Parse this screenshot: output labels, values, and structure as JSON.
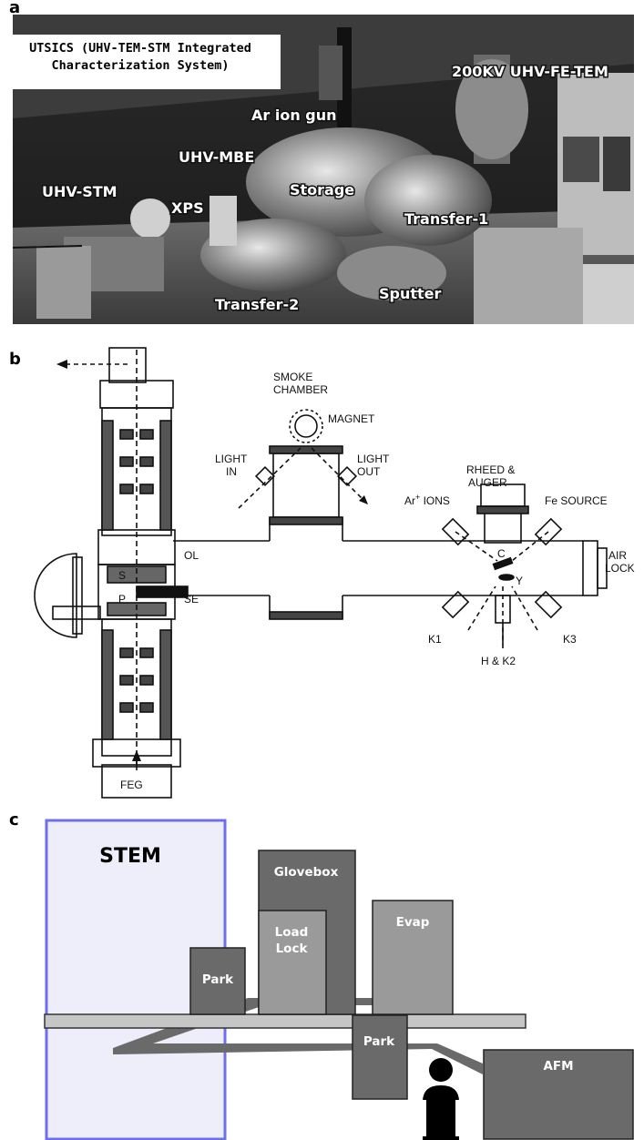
{
  "panel_a": {
    "label": "a",
    "title_line1": "UTSICS (UHV-TEM-STM Integrated",
    "title_line2": "Characterization System)",
    "labels": {
      "tem": "200KV UHV-FE-TEM",
      "ar_ion_gun": "Ar ion gun",
      "uhv_mbe": "UHV-MBE",
      "storage": "Storage",
      "uhv_stm": "UHV-STM",
      "xps": "XPS",
      "transfer1": "Transfer-1",
      "transfer2": "Transfer-2",
      "sputter": "Sputter"
    }
  },
  "panel_b": {
    "label": "b",
    "labels": {
      "smoke1": "SMOKE",
      "smoke2": "CHAMBER",
      "magnet": "MAGNET",
      "light_in1": "LIGHT",
      "light_in2": "IN",
      "light_out1": "LIGHT",
      "light_out2": "OUT",
      "rheed1": "RHEED &",
      "rheed2": "AUGER",
      "ar_ions": "Ar",
      "ar_sup": "+",
      "ar_ions2": " IONS",
      "fe_source": "Fe SOURCE",
      "ol": "OL",
      "s": "S",
      "p": "P",
      "se": "SE",
      "c": "C",
      "y": "Y",
      "air1": "AIR",
      "air2": "LOCK",
      "k1": "K1",
      "k3": "K3",
      "hk2": "H & K2",
      "feg": "FEG"
    }
  },
  "panel_c": {
    "label": "c",
    "stem": "STEM",
    "glovebox": "Glovebox",
    "load1": "Load",
    "load2": "Lock",
    "evap": "Evap",
    "park_top": "Park",
    "park_bottom": "Park",
    "afm": "AFM",
    "colors": {
      "stem_border": "#6e6ef0",
      "stem_fill": "#eeeefa",
      "dark": "#6a6a6a",
      "light": "#9a9a9a",
      "bar": "#c6c6c6"
    }
  }
}
